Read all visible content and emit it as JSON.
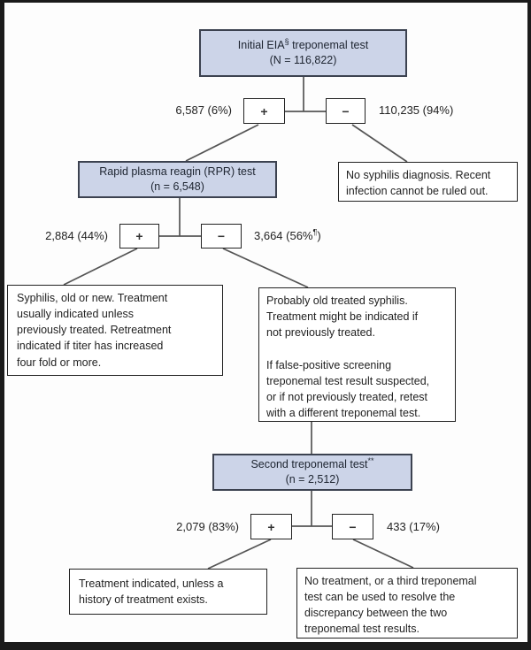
{
  "colors": {
    "node_fill": "#ccd4e8",
    "node_border": "#3c4250",
    "box_border": "#222222",
    "line": "#555555",
    "frame": "#1b1b1b"
  },
  "flowchart": {
    "initial_eia": {
      "title": "Initial EIA",
      "footnote_symbol": "§",
      "title_rest": " treponemal test",
      "n": "(N = 116,822)"
    },
    "split1": {
      "plus": "+",
      "minus": "−",
      "positive_label": "6,587 (6%)",
      "negative_label": "110,235 (94%)"
    },
    "rpr": {
      "title": "Rapid plasma reagin (RPR) test",
      "n": "(n = 6,548)"
    },
    "no_syphilis": {
      "text": "No syphilis diagnosis. Recent\ninfection cannot be ruled out."
    },
    "split2": {
      "plus": "+",
      "minus": "−",
      "positive_label": "2,884 (44%)",
      "negative_label": "3,664 (56%",
      "negative_footnote": "¶",
      "negative_label_close": ")"
    },
    "syphilis_treatment": {
      "text": "Syphilis, old or new. Treatment\nusually indicated unless\npreviously treated. Retreatment\nindicated if titer has increased\nfour fold or more."
    },
    "probably_old": {
      "text": "Probably old treated syphilis.\nTreatment might be indicated if\nnot previously treated.\n\nIf false-positive screening\ntreponemal test result suspected,\nor if not previously treated, retest\nwith a different treponemal test."
    },
    "second_test": {
      "title": "Second treponemal test",
      "footnote_symbol": "**",
      "n": "(n = 2,512)"
    },
    "split3": {
      "plus": "+",
      "minus": "−",
      "positive_label": "2,079 (83%)",
      "negative_label": "433 (17%)"
    },
    "treatment_indicated": {
      "text": "Treatment indicated, unless a\nhistory of treatment exists."
    },
    "no_treatment": {
      "text": "No treatment, or a third treponemal\ntest can be used to resolve the\ndiscrepancy between the two\ntreponemal test results."
    }
  }
}
